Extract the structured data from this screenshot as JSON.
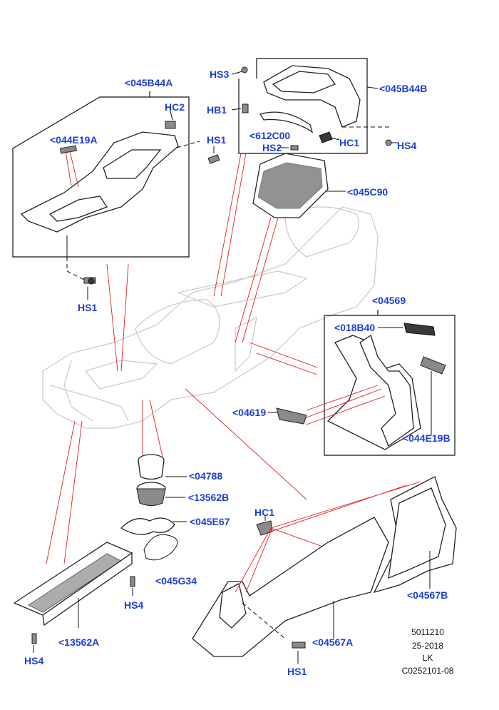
{
  "diagram": {
    "callouts": {
      "c_045B44A": "<045B44A",
      "c_HC2": "HC2",
      "c_044E19A": "<044E19A",
      "c_HS1_a": "HS1",
      "c_HS1_b": "HS1",
      "c_HS3": "HS3",
      "c_HB1": "HB1",
      "c_045B44B": "<045B44B",
      "c_612C00": "<612C00",
      "c_HS2": "HS2",
      "c_HC1_a": "HC1",
      "c_HS4_a": "HS4",
      "c_045C90": "<045C90",
      "c_04569": "<04569",
      "c_018B40": "<018B40",
      "c_04619": "<04619",
      "c_044E19B": "<044E19B",
      "c_04788": "<04788",
      "c_13562B": "<13562B",
      "c_045E67": "<045E67",
      "c_045G34": "<045G34",
      "c_HS4_b": "HS4",
      "c_13562A": "<13562A",
      "c_HS4_c": "HS4",
      "c_HC1_b": "HC1",
      "c_04567B": "<04567B",
      "c_04567A": "<04567A",
      "c_HS1_c": "HS1"
    },
    "meta": {
      "line1": "5011210",
      "line2": "25-2018",
      "line3": "LK",
      "line4": "C0252101-08"
    },
    "colors": {
      "callout": "#1e3fd6",
      "leader_red": "#e02020",
      "ghost_outline": "#c9c9c9"
    }
  }
}
